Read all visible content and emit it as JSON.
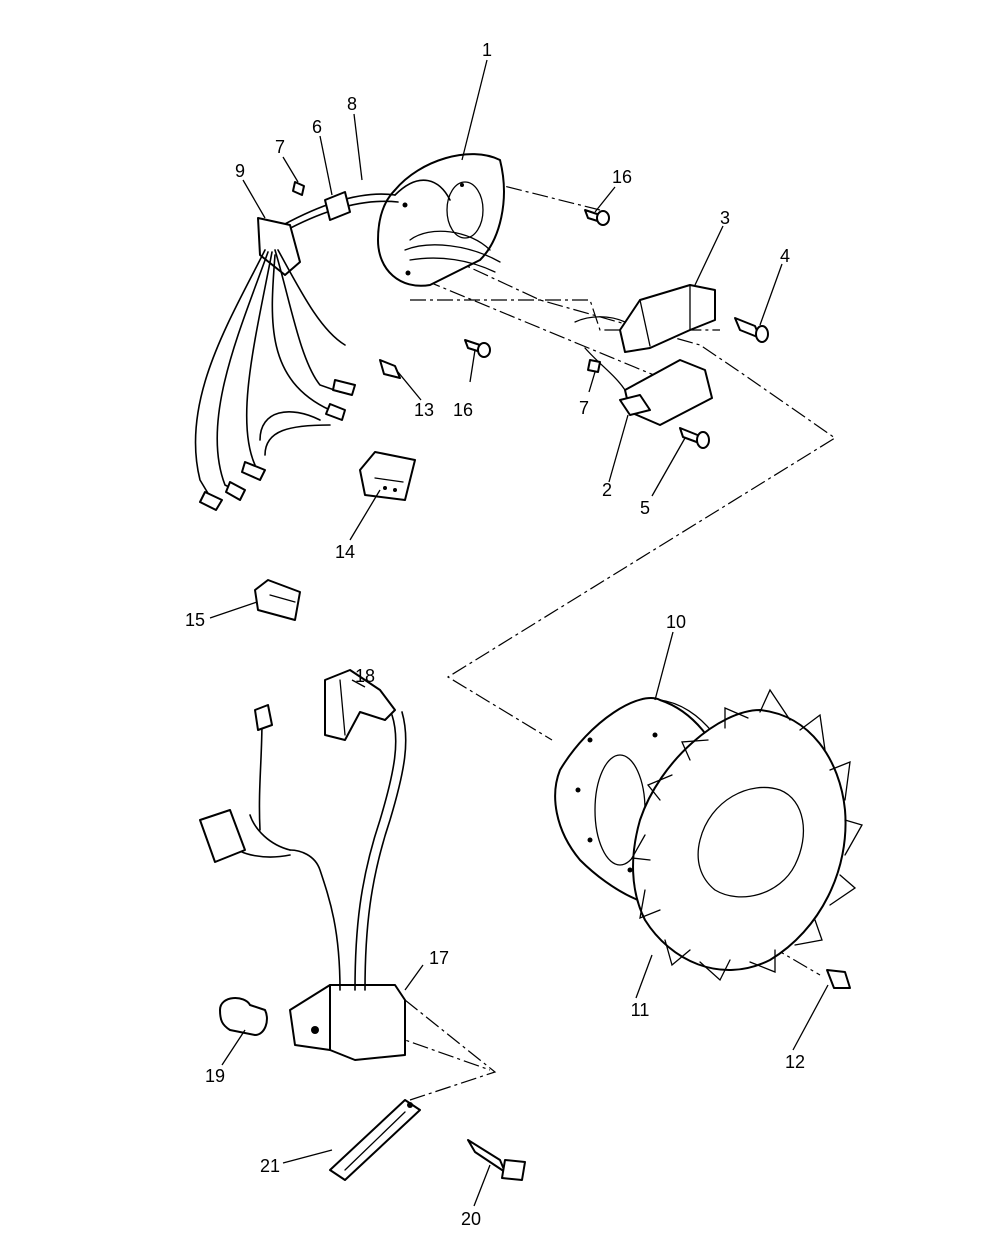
{
  "callouts": [
    "1",
    "2",
    "3",
    "4",
    "5",
    "6",
    "7",
    "7",
    "8",
    "9",
    "10",
    "11",
    "12",
    "13",
    "14",
    "15",
    "16",
    "16",
    "17",
    "18",
    "19",
    "20",
    "21"
  ]
}
